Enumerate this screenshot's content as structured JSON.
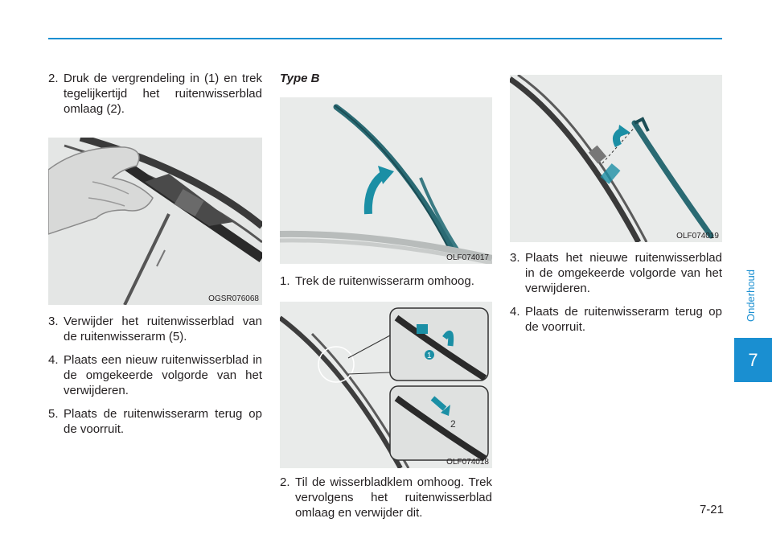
{
  "left_column": {
    "step2": {
      "num": "2.",
      "text": "Druk de vergrendeling in (1) en trek tegelijkertijd het ruitenwisserblad omlaag (2)."
    },
    "figure1_code": "OGSR076068",
    "step3": {
      "num": "3.",
      "text": "Verwijder het ruitenwisserblad van de ruitenwisserarm (5)."
    },
    "step4": {
      "num": "4.",
      "text": "Plaats een nieuw ruitenwisserblad in de omgekeerde volgorde van het verwijderen."
    },
    "step5": {
      "num": "5.",
      "text": "Plaats de ruitenwisserarm terug op de voorruit."
    }
  },
  "middle_column": {
    "heading": "Type B",
    "figure2_code": "OLF074017",
    "step1": {
      "num": "1.",
      "text": "Trek de ruitenwisserarm omhoog."
    },
    "figure3_code": "OLF074018",
    "figure3_callouts": [
      "1",
      "2"
    ],
    "step2": {
      "num": "2.",
      "text": "Til de wisserbladklem omhoog. Trek vervolgens het ruitenwisserblad omlaag en verwijder dit."
    }
  },
  "right_column": {
    "figure4_code": "OLF074019",
    "step3": {
      "num": "3.",
      "text": "Plaats het nieuwe ruitenwisserblad in de omgekeerde volgorde van het verwijderen."
    },
    "step4": {
      "num": "4.",
      "text": "Plaats de ruitenwisserarm terug op de voorruit."
    }
  },
  "sidebar": {
    "section_label": "Onderhoud",
    "chapter_number": "7"
  },
  "footer": {
    "page_number": "7-21"
  },
  "colors": {
    "accent": "#1a8fd1",
    "arrow": "#1b8fa5",
    "figure_bg": "#e9ebea"
  }
}
